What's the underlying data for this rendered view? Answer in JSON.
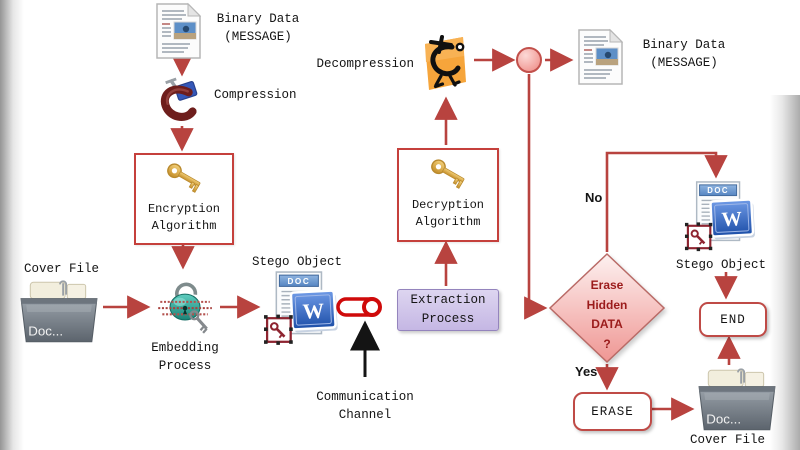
{
  "colors": {
    "arrow_red": "#b8433f",
    "box_border_red": "#c5403c",
    "lavender_fill": "#cfc2e8",
    "lavender_border": "#9484bd",
    "diamond_fill_top": "#fdf1f0",
    "diamond_fill_bottom": "#ef9693",
    "diamond_text": "#9b1b1b",
    "channel_red": "#cf0a0a",
    "connector_pink": "#f2a09b",
    "gold_key": "#d9a73e",
    "folder_gray": "#7b838c",
    "orange_clamp": "#f6a53b"
  },
  "nodes": {
    "binary_data_top": {
      "lines": [
        "Binary Data",
        "(MESSAGE)"
      ]
    },
    "compression": {
      "label": "Compression"
    },
    "encryption": {
      "lines": [
        "Encryption",
        "Algorithm"
      ]
    },
    "cover_file_left": {
      "label": "Cover File",
      "doc_text": "Doc..."
    },
    "embedding": {
      "lines": [
        "Embedding",
        "Process"
      ]
    },
    "stego_left": {
      "label": "Stego Object",
      "doc_header": "DOC",
      "w_letter": "W"
    },
    "communication": {
      "lines": [
        "Communication",
        "Channel"
      ]
    },
    "extraction": {
      "lines": [
        "Extraction",
        "Process"
      ]
    },
    "decryption": {
      "lines": [
        "Decryption",
        "Algorithm"
      ]
    },
    "decompression": {
      "label": "Decompression"
    },
    "binary_data_right": {
      "lines": [
        "Binary Data",
        "(MESSAGE)"
      ]
    },
    "decision": {
      "lines": [
        "Erase",
        "Hidden",
        "DATA",
        "?"
      ],
      "no": "No",
      "yes": "Yes"
    },
    "stego_right": {
      "label": "Stego Object",
      "doc_header": "DOC",
      "w_letter": "W"
    },
    "end": {
      "label": "END"
    },
    "erase": {
      "label": "ERASE"
    },
    "cover_file_right": {
      "label": "Cover File",
      "doc_text": "Doc..."
    }
  }
}
